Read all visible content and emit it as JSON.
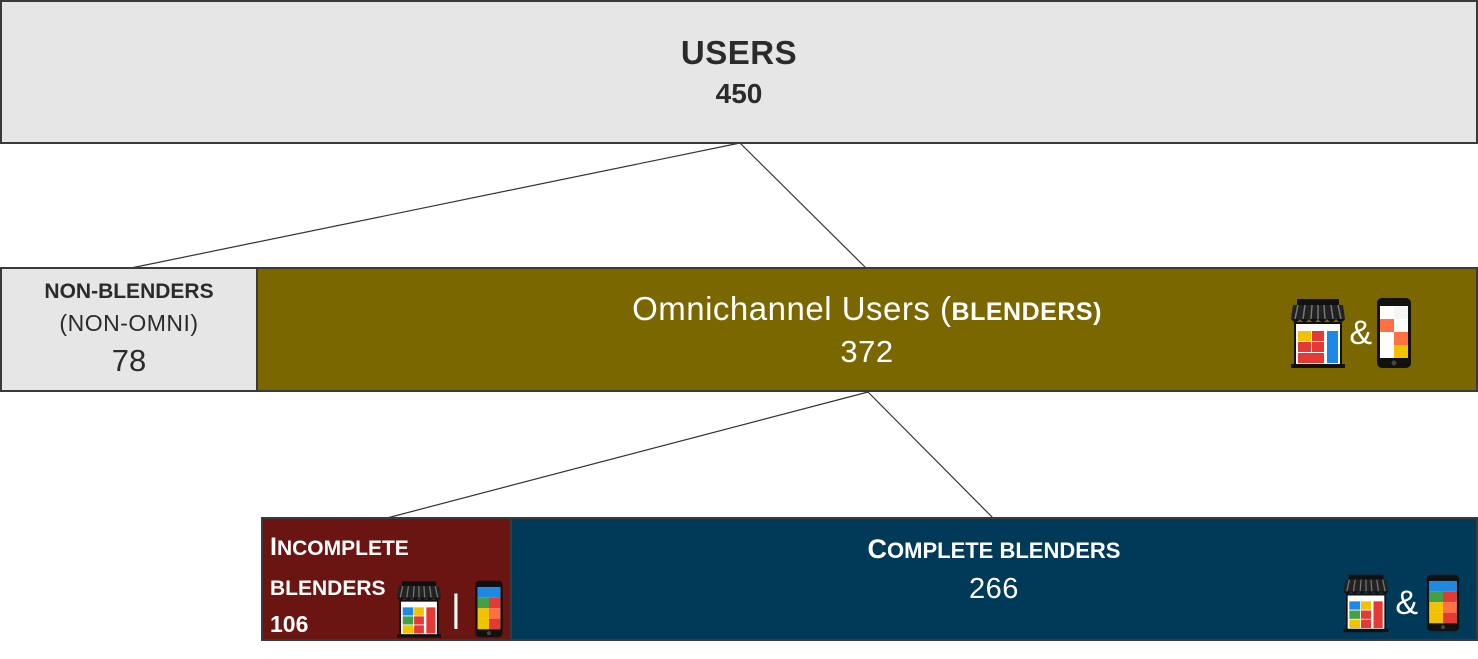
{
  "users": {
    "title": "USERS",
    "count": "450"
  },
  "non_blenders": {
    "title": "NON-BLENDERS",
    "subtitle": "(NON-OMNI)",
    "count": "78"
  },
  "omnichannel": {
    "title_prefix": "Omnichannel Users (",
    "title_caps": "BLENDERS",
    "title_suffix": ")",
    "count": "372",
    "connector": "&"
  },
  "incomplete": {
    "line1_cap": "I",
    "line1_rest": "NCOMPLETE",
    "line2": "BLENDERS",
    "count": "106",
    "connector": "|"
  },
  "complete": {
    "cap": "C",
    "rest": "OMPLETE BLENDERS",
    "count": "266",
    "connector": "&"
  },
  "icons": [
    "store-icon",
    "smartphone-app-icon"
  ],
  "colors": {
    "gray_box": "#e6e6e6",
    "omnichannel": "#7a6700",
    "incomplete": "#6b1512",
    "complete": "#003a58"
  }
}
